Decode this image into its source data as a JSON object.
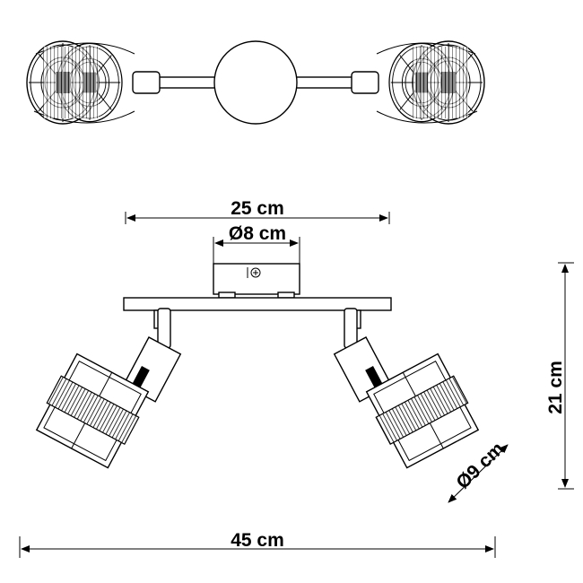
{
  "dimensions": {
    "bar_length": "25 cm",
    "canopy_diameter": "Ø8 cm",
    "height": "21 cm",
    "shade_diameter": "Ø9 cm",
    "total_width": "45 cm"
  }
}
